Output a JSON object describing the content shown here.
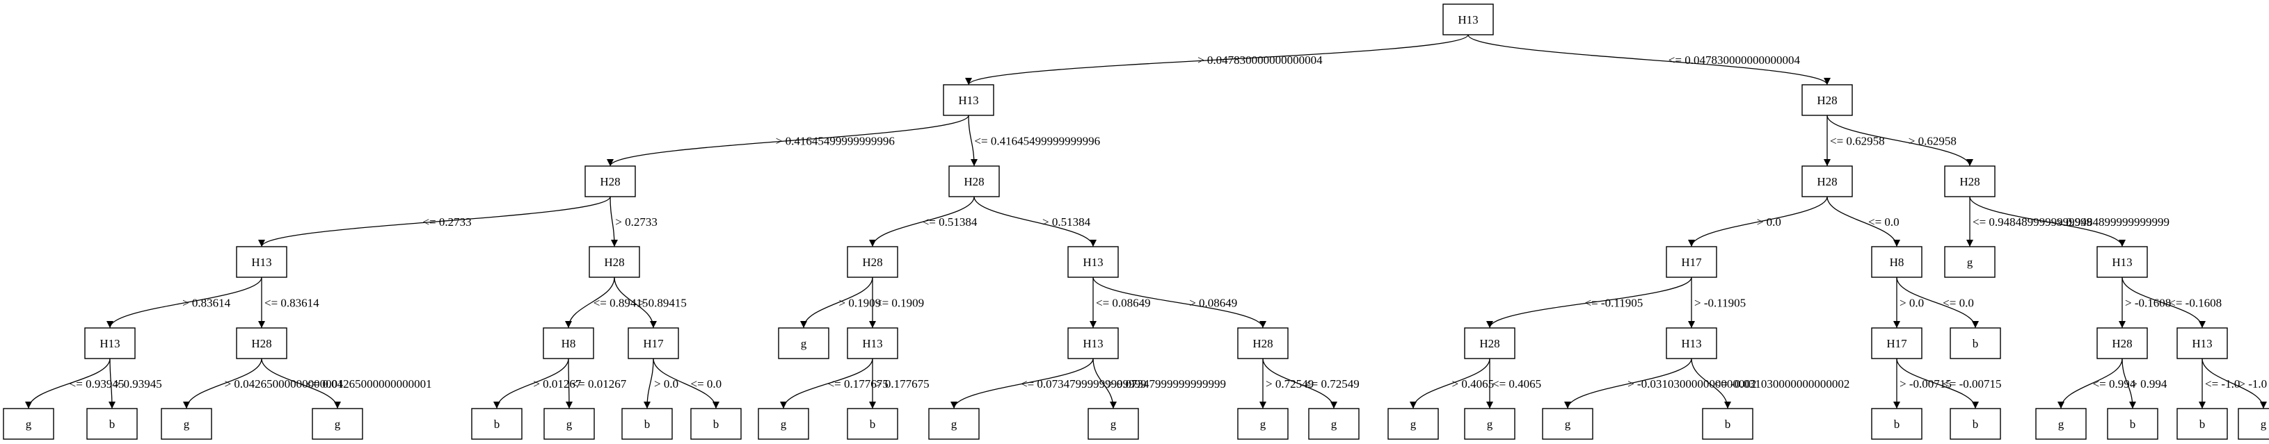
{
  "nodes": [
    {
      "id": "n1",
      "label": "H13"
    },
    {
      "id": "n2",
      "label": "H13"
    },
    {
      "id": "n3",
      "label": "H28"
    },
    {
      "id": "n4",
      "label": "H28"
    },
    {
      "id": "n5",
      "label": "H28"
    },
    {
      "id": "n6",
      "label": "H28"
    },
    {
      "id": "n7",
      "label": "H28"
    },
    {
      "id": "n8",
      "label": "H13"
    },
    {
      "id": "n9",
      "label": "H28"
    },
    {
      "id": "n10",
      "label": "H28"
    },
    {
      "id": "n11",
      "label": "H13"
    },
    {
      "id": "n12",
      "label": "H17"
    },
    {
      "id": "n13",
      "label": "H8"
    },
    {
      "id": "n14",
      "label": "g"
    },
    {
      "id": "n15",
      "label": "H13"
    },
    {
      "id": "n16",
      "label": "H13"
    },
    {
      "id": "n17",
      "label": "H28"
    },
    {
      "id": "n18",
      "label": "H8"
    },
    {
      "id": "n19",
      "label": "H17"
    },
    {
      "id": "n20",
      "label": "g"
    },
    {
      "id": "n21",
      "label": "H13"
    },
    {
      "id": "n22",
      "label": "H13"
    },
    {
      "id": "n23",
      "label": "H28"
    },
    {
      "id": "n24",
      "label": "H28"
    },
    {
      "id": "n25",
      "label": "H13"
    },
    {
      "id": "n26",
      "label": "H17"
    },
    {
      "id": "n27",
      "label": "b"
    },
    {
      "id": "n28",
      "label": "H28"
    },
    {
      "id": "n29",
      "label": "H13"
    },
    {
      "id": "n30",
      "label": "g"
    },
    {
      "id": "n31",
      "label": "b"
    },
    {
      "id": "n32",
      "label": "g"
    },
    {
      "id": "n33",
      "label": "g"
    },
    {
      "id": "n34",
      "label": "b"
    },
    {
      "id": "n35",
      "label": "g"
    },
    {
      "id": "n36",
      "label": "b"
    },
    {
      "id": "n37",
      "label": "b"
    },
    {
      "id": "n38",
      "label": "g"
    },
    {
      "id": "n39",
      "label": "b"
    },
    {
      "id": "n40",
      "label": "g"
    },
    {
      "id": "n41",
      "label": "g"
    },
    {
      "id": "n42",
      "label": "g"
    },
    {
      "id": "n43",
      "label": "g"
    },
    {
      "id": "n44",
      "label": "g"
    },
    {
      "id": "n45",
      "label": "g"
    },
    {
      "id": "n46",
      "label": "g"
    },
    {
      "id": "n47",
      "label": "b"
    },
    {
      "id": "n48",
      "label": "b"
    },
    {
      "id": "n49",
      "label": "b"
    },
    {
      "id": "n50",
      "label": "g"
    },
    {
      "id": "n51",
      "label": "b"
    },
    {
      "id": "n52",
      "label": "b"
    },
    {
      "id": "n53",
      "label": "g"
    }
  ],
  "edges": [
    {
      "from": "n1",
      "to": "n2",
      "label": "> 0.047830000000000004"
    },
    {
      "from": "n1",
      "to": "n3",
      "label": "<= 0.047830000000000004"
    },
    {
      "from": "n2",
      "to": "n4",
      "label": "> 0.41645499999999996"
    },
    {
      "from": "n2",
      "to": "n5",
      "label": "<= 0.41645499999999996"
    },
    {
      "from": "n3",
      "to": "n6",
      "label": "<= 0.62958"
    },
    {
      "from": "n3",
      "to": "n7",
      "label": "> 0.62958"
    },
    {
      "from": "n4",
      "to": "n8",
      "label": "<= 0.2733"
    },
    {
      "from": "n4",
      "to": "n9",
      "label": "> 0.2733"
    },
    {
      "from": "n5",
      "to": "n10",
      "label": "<= 0.51384"
    },
    {
      "from": "n5",
      "to": "n11",
      "label": "> 0.51384"
    },
    {
      "from": "n6",
      "to": "n12",
      "label": "> 0.0"
    },
    {
      "from": "n6",
      "to": "n13",
      "label": "<= 0.0"
    },
    {
      "from": "n7",
      "to": "n14",
      "label": "<= 0.9484899999999999"
    },
    {
      "from": "n7",
      "to": "n15",
      "label": "> 0.9484899999999999"
    },
    {
      "from": "n8",
      "to": "n16",
      "label": "> 0.83614"
    },
    {
      "from": "n8",
      "to": "n17",
      "label": "<= 0.83614"
    },
    {
      "from": "n9",
      "to": "n18",
      "label": "<= 0.89415"
    },
    {
      "from": "n9",
      "to": "n19",
      "label": "> 0.89415"
    },
    {
      "from": "n10",
      "to": "n20",
      "label": "> 0.1909"
    },
    {
      "from": "n10",
      "to": "n21",
      "label": "<= 0.1909"
    },
    {
      "from": "n11",
      "to": "n22",
      "label": "<= 0.08649"
    },
    {
      "from": "n11",
      "to": "n23",
      "label": "> 0.08649"
    },
    {
      "from": "n12",
      "to": "n24",
      "label": "<= -0.11905"
    },
    {
      "from": "n12",
      "to": "n25",
      "label": "> -0.11905"
    },
    {
      "from": "n13",
      "to": "n26",
      "label": "> 0.0"
    },
    {
      "from": "n13",
      "to": "n27",
      "label": "<= 0.0"
    },
    {
      "from": "n15",
      "to": "n28",
      "label": "> -0.1608"
    },
    {
      "from": "n15",
      "to": "n29",
      "label": "<= -0.1608"
    },
    {
      "from": "n16",
      "to": "n30",
      "label": "<= 0.93945"
    },
    {
      "from": "n16",
      "to": "n31",
      "label": "> 0.93945"
    },
    {
      "from": "n17",
      "to": "n32",
      "label": "> 0.04265000000000001"
    },
    {
      "from": "n17",
      "to": "n33",
      "label": "<= 0.04265000000000001"
    },
    {
      "from": "n18",
      "to": "n34",
      "label": "> 0.01267"
    },
    {
      "from": "n18",
      "to": "n35",
      "label": "<= 0.01267"
    },
    {
      "from": "n19",
      "to": "n36",
      "label": "> 0.0"
    },
    {
      "from": "n19",
      "to": "n37",
      "label": "<= 0.0"
    },
    {
      "from": "n21",
      "to": "n38",
      "label": "<= 0.177675"
    },
    {
      "from": "n21",
      "to": "n39",
      "label": "> 0.177675"
    },
    {
      "from": "n22",
      "to": "n40",
      "label": "<= 0.07347999999999999"
    },
    {
      "from": "n22",
      "to": "n41",
      "label": "> 0.07347999999999999"
    },
    {
      "from": "n23",
      "to": "n42",
      "label": "> 0.72549"
    },
    {
      "from": "n23",
      "to": "n43",
      "label": "<= 0.72549"
    },
    {
      "from": "n24",
      "to": "n44",
      "label": "> 0.4065"
    },
    {
      "from": "n24",
      "to": "n45",
      "label": "<= 0.4065"
    },
    {
      "from": "n25",
      "to": "n46",
      "label": "> -0.031030000000000002"
    },
    {
      "from": "n25",
      "to": "n47",
      "label": "<= -0.031030000000000002"
    },
    {
      "from": "n26",
      "to": "n48",
      "label": "> -0.00715"
    },
    {
      "from": "n26",
      "to": "n49",
      "label": "<= -0.00715"
    },
    {
      "from": "n28",
      "to": "n50",
      "label": "<= 0.994"
    },
    {
      "from": "n28",
      "to": "n51",
      "label": "> 0.994"
    },
    {
      "from": "n29",
      "to": "n52",
      "label": "<= -1.0"
    },
    {
      "from": "n29",
      "to": "n53",
      "label": "> -1.0"
    }
  ]
}
